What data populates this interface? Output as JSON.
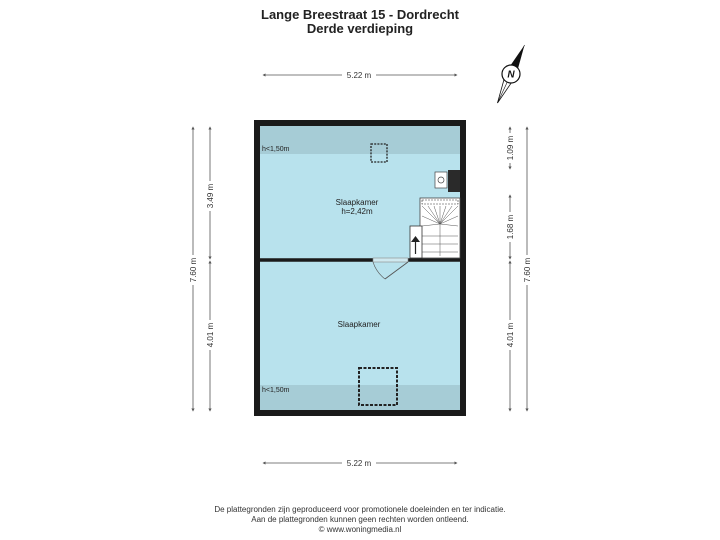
{
  "header": {
    "title": "Lange Breestraat 15 - Dordrecht",
    "subtitle": "Derde verdieping"
  },
  "dimensions": {
    "top_width": "5.22 m",
    "bottom_width": "5.22 m",
    "left_upper": "3.49 m",
    "left_total": "7.60 m",
    "left_lower": "4.01 m",
    "right_top": "1.09 m",
    "right_mid": "1.68 m",
    "right_lower": "4.01 m",
    "right_total": "7.60 m"
  },
  "rooms": {
    "upper_name": "Slaapkamer",
    "upper_height": "h=2,42m",
    "lower_name": "Slaapkamer",
    "low_ceiling_top": "h<1,50m",
    "low_ceiling_bottom": "h<1,50m"
  },
  "compass": {
    "label": "N"
  },
  "colors": {
    "room_fill": "#b8e2ed",
    "low_ceiling": "#a6ccd6",
    "wall": "#1a1a1a"
  },
  "footer": {
    "line1": "De plattegronden zijn geproduceerd voor promotionele doeleinden en ter indicatie.",
    "line2": "Aan de plattegronden kunnen geen rechten worden ontleend.",
    "line3": "© www.woningmedia.nl"
  }
}
